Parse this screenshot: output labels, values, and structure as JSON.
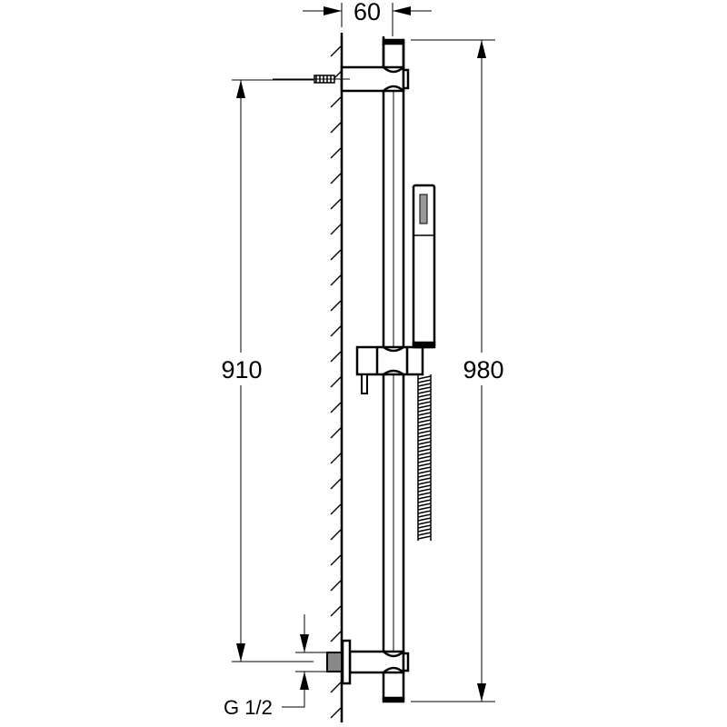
{
  "dimensions": {
    "depth": "60",
    "mount_spacing": "910",
    "total_height": "980",
    "connection": "G 1/2"
  },
  "colors": {
    "line": "#000000",
    "background": "#ffffff"
  }
}
